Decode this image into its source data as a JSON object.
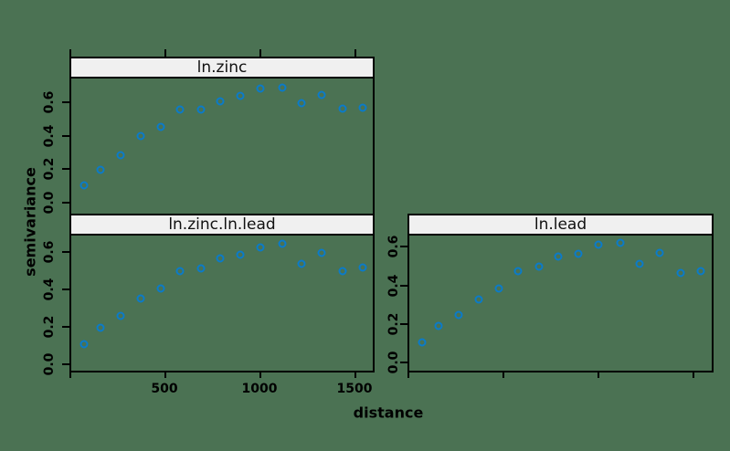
{
  "colors": {
    "background": "#4b7253",
    "strip_background": "#f0f0f0",
    "point_blue": "#0b7bc9",
    "axis_black": "#000000"
  },
  "chart_data": {
    "type": "scatter",
    "description": "trellis variogram plot, three panels with open-circle points",
    "x_label": "distance",
    "y_label": "semivariance",
    "marker": "open-circle",
    "x_ticks": [
      0,
      500,
      1000,
      1500
    ],
    "x_tick_labels": [
      "500",
      "1000",
      "1500"
    ],
    "y_ticks": [
      0.0,
      0.2,
      0.4,
      0.6
    ],
    "y_tick_labels": [
      "0.0",
      "0.2",
      "0.4",
      "0.6"
    ],
    "xlim": [
      0,
      1606
    ],
    "x": [
      79,
      164,
      267,
      373,
      479,
      583,
      690,
      793,
      897,
      1003,
      1118,
      1221,
      1329,
      1437,
      1543
    ],
    "panels": [
      {
        "title": "ln.zinc",
        "position": "top-left",
        "ylim": [
          -0.07,
          0.75
        ],
        "y": [
          0.1,
          0.195,
          0.28,
          0.395,
          0.45,
          0.555,
          0.555,
          0.605,
          0.64,
          0.68,
          0.69,
          0.595,
          0.645,
          0.56,
          0.565
        ]
      },
      {
        "title": "ln.zinc.ln.lead",
        "position": "bottom-left",
        "ylim": [
          -0.04,
          0.69
        ],
        "y": [
          0.105,
          0.195,
          0.26,
          0.35,
          0.405,
          0.5,
          0.51,
          0.565,
          0.585,
          0.625,
          0.645,
          0.535,
          0.595,
          0.5,
          0.515
        ]
      },
      {
        "title": "ln.lead",
        "position": "bottom-right",
        "ylim": [
          -0.05,
          0.66
        ],
        "y": [
          0.105,
          0.19,
          0.245,
          0.325,
          0.385,
          0.475,
          0.5,
          0.55,
          0.565,
          0.61,
          0.62,
          0.51,
          0.57,
          0.465,
          0.475
        ]
      }
    ]
  }
}
